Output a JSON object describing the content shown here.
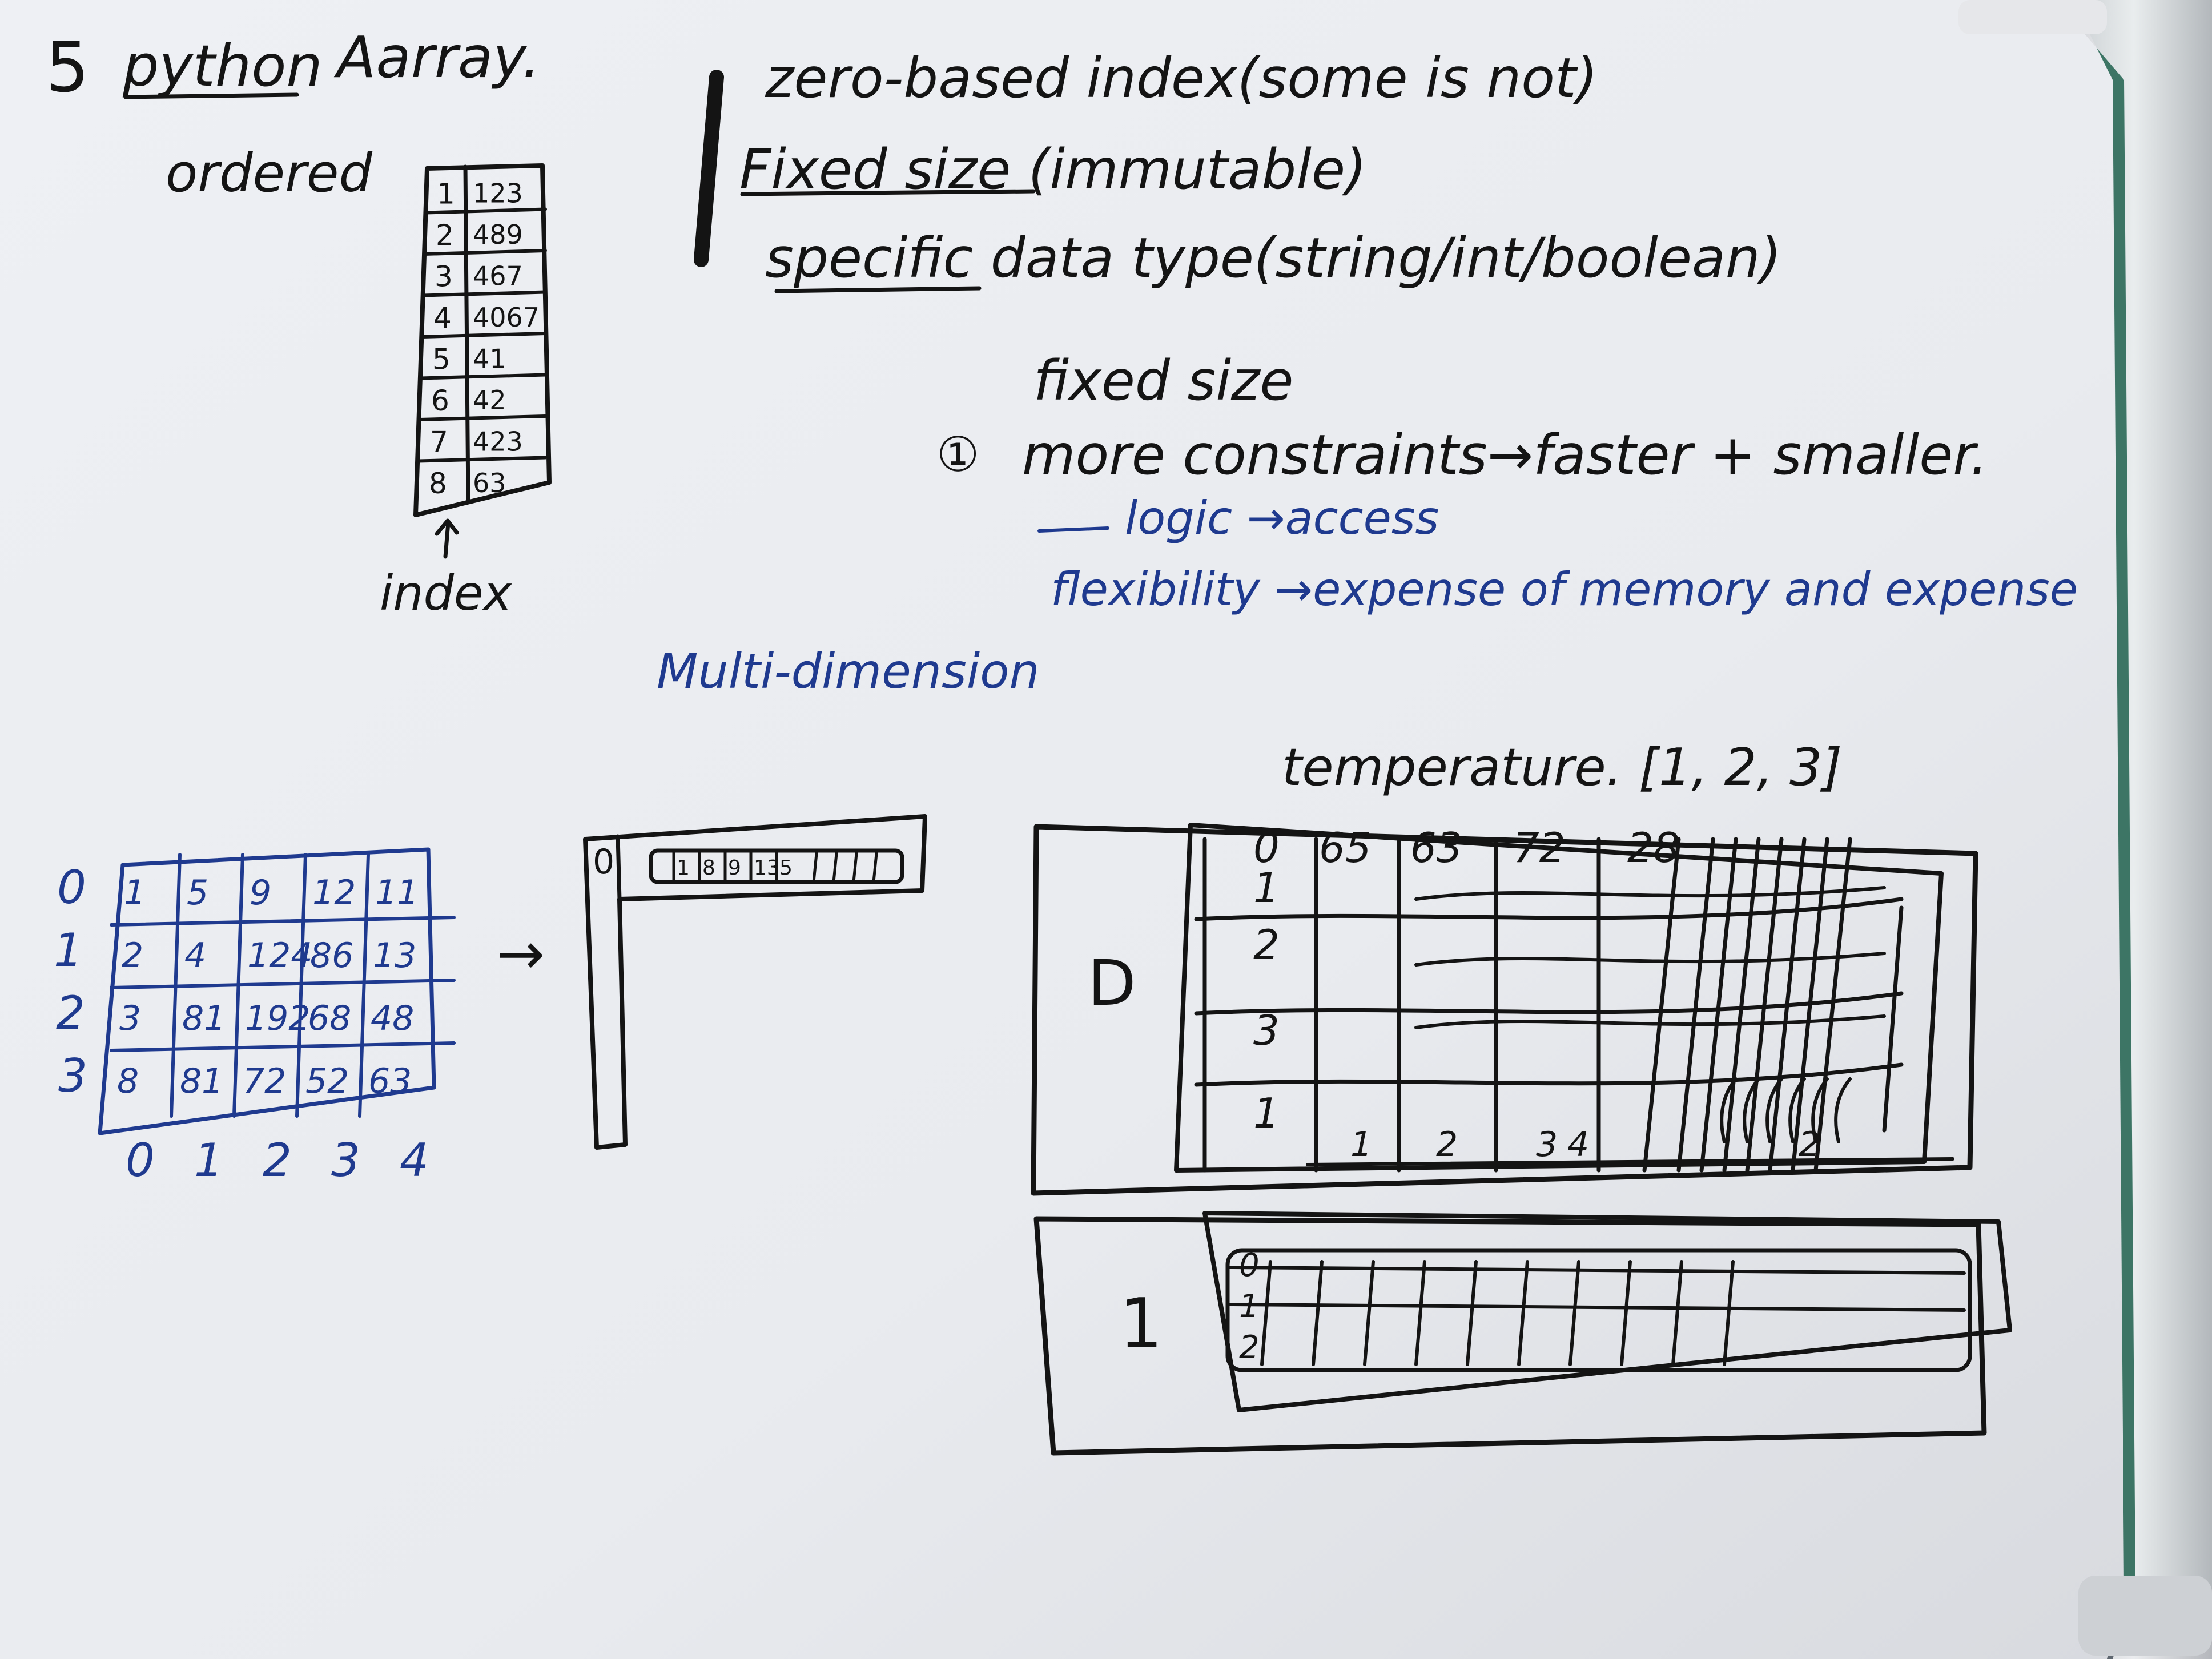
{
  "board": {
    "heading": {
      "number": "5",
      "python": "python",
      "array": "Aarray."
    },
    "ordered": "ordered",
    "column_array": {
      "indices": [
        "1",
        "2",
        "3",
        "4",
        "5",
        "6",
        "7",
        "8"
      ],
      "values": [
        "123",
        "489",
        "467",
        "4067",
        "41",
        "42",
        "423",
        "63"
      ],
      "index_label": "index"
    },
    "notes": [
      "zero-based index(some is not)",
      "Fixed size (immutable)",
      "specific data type(string/int/boolean)",
      "fixed size",
      "more constraints→faster + smaller."
    ],
    "blue_notes": [
      "logic →access",
      "flexibility →expense of memory and expense"
    ],
    "marker_1": "①",
    "multi_dim": {
      "title": "Multi-dimension",
      "row_labels": [
        "0",
        "1",
        "2",
        "3"
      ],
      "col_labels": [
        "0",
        "1",
        "2",
        "3",
        "4"
      ],
      "grid": [
        [
          "1",
          "5",
          "9",
          "12",
          "11"
        ],
        [
          "2",
          "4",
          "124",
          "86",
          "13"
        ],
        [
          "3",
          "81",
          "192",
          "68",
          "48"
        ],
        [
          "8",
          "81",
          "72",
          "52",
          "63"
        ]
      ]
    },
    "arrow": "→",
    "strip_label": "0",
    "strip_values": [
      "1",
      "8",
      "9",
      "13",
      "5"
    ],
    "temperature": {
      "title": "temperature. [1, 2, 3]",
      "block_label_top": "D",
      "block_label_bottom": "1",
      "col_values": [
        "0",
        "65",
        "63",
        "72",
        "28"
      ],
      "row_values": [
        "1",
        "2",
        "3",
        "1"
      ],
      "bottom_values": [
        "1",
        "2",
        "3",
        "4",
        "2"
      ],
      "bottom_block_indices": [
        "0",
        "1",
        "2"
      ]
    }
  }
}
